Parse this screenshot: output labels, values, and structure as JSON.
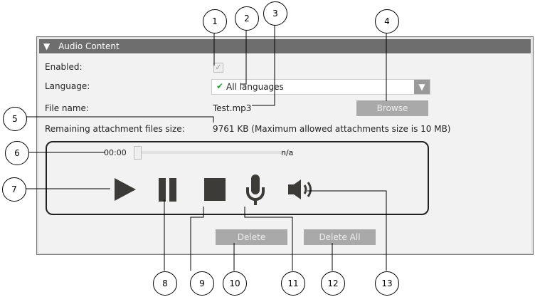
{
  "section": {
    "title": "Audio Content"
  },
  "fields": {
    "enabled_label": "Enabled:",
    "language_label": "Language:",
    "language_value": "All languages",
    "filename_label": "File name:",
    "filename_value": "Test.mp3",
    "browse": "Browse",
    "remaining_label": "Remaining attachment files size:",
    "remaining_value": "9761 KB (Maximum allowed attachments size is 10 MB)"
  },
  "player": {
    "time": "00:00",
    "duration": "n/a",
    "progress": 0
  },
  "buttons": {
    "delete": "Delete",
    "delete_all": "Delete All"
  },
  "callouts": [
    "1",
    "2",
    "3",
    "4",
    "5",
    "6",
    "7",
    "8",
    "9",
    "10",
    "11",
    "12",
    "13"
  ]
}
